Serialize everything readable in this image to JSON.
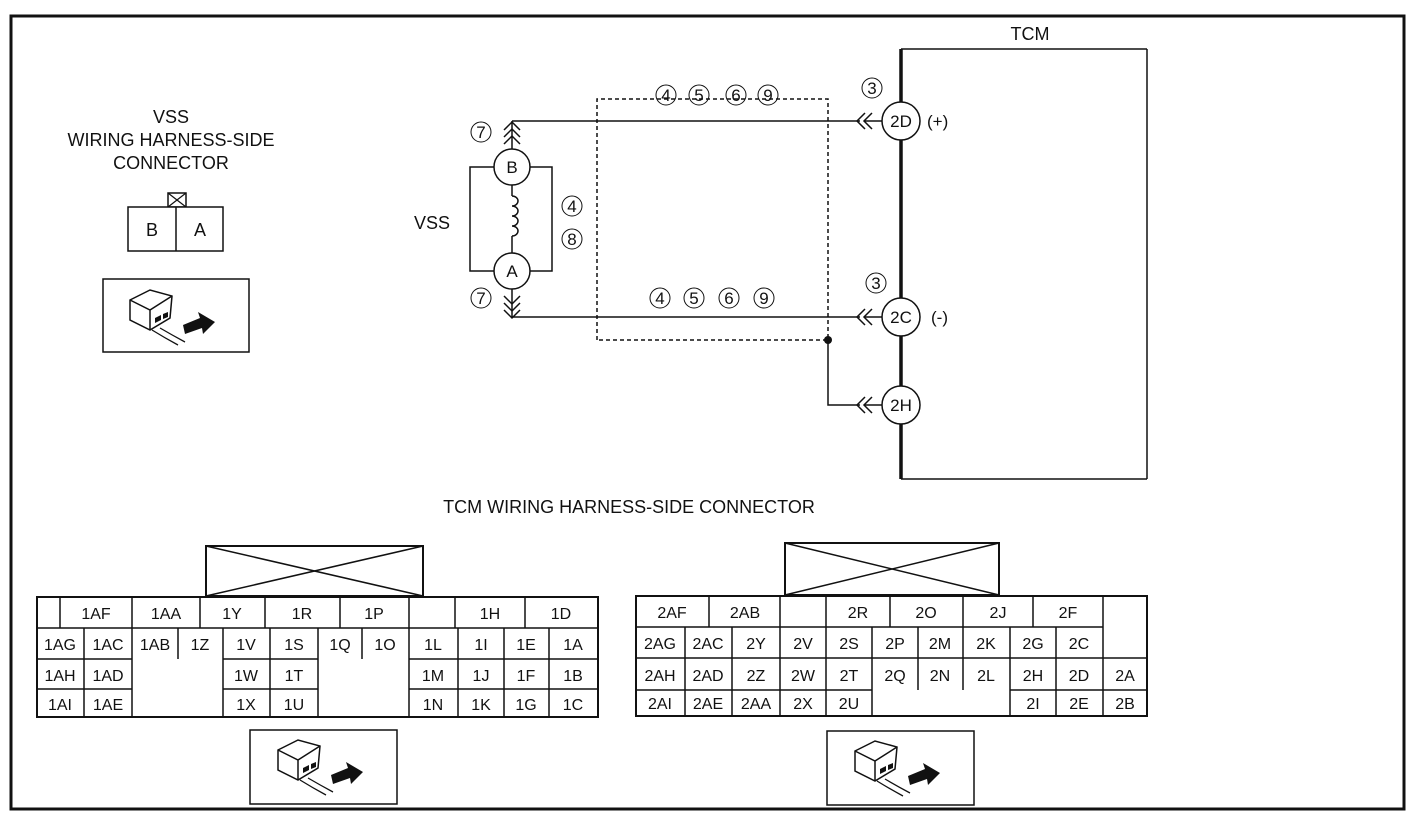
{
  "vss_connector": {
    "title_lines": [
      "VSS",
      "WIRING HARNESS-SIDE",
      "CONNECTOR"
    ],
    "pins": [
      "B",
      "A"
    ]
  },
  "tcm_box": {
    "label": "TCM"
  },
  "vss_component": {
    "label": "VSS",
    "pin_top": "B",
    "pin_bottom": "A",
    "notes_coil": [
      "4",
      "8"
    ],
    "notes_top": "7",
    "notes_bottom": "7"
  },
  "wires": {
    "top_notes": [
      "4",
      "5",
      "6",
      "9"
    ],
    "bottom_notes": [
      "4",
      "5",
      "6",
      "9"
    ]
  },
  "tcm_pins": [
    {
      "id": "2D",
      "polarity": "(+)",
      "note": "3"
    },
    {
      "id": "2C",
      "polarity": "(-)",
      "note": "3"
    },
    {
      "id": "2H",
      "polarity": "",
      "note": ""
    }
  ],
  "tcm_connector": {
    "title": "TCM WIRING HARNESS-SIDE CONNECTOR",
    "left_rows": [
      [
        "",
        "1AF",
        "1AA",
        "1Y",
        "1R",
        "1P",
        "",
        "1H",
        "1D"
      ],
      [
        "1AG",
        "1AC",
        "1AB",
        "1Z",
        "1V",
        "1S",
        "1Q",
        "1O",
        "1L",
        "1I",
        "1E",
        "1A"
      ],
      [
        "1AH",
        "1AD",
        "1W",
        "1T",
        "1M",
        "1J",
        "1F",
        "1B"
      ],
      [
        "1AI",
        "1AE",
        "1X",
        "1U",
        "1N",
        "1K",
        "1G",
        "1C"
      ]
    ],
    "right_rows": [
      [
        "2AF",
        "2AB",
        "",
        "2R",
        "2O",
        "2J",
        "2F"
      ],
      [
        "2AG",
        "2AC",
        "2Y",
        "2V",
        "2S",
        "2P",
        "2M",
        "2K",
        "2G",
        "2C"
      ],
      [
        "2AH",
        "2AD",
        "2Z",
        "2W",
        "2T",
        "2Q",
        "2N",
        "2L",
        "2H",
        "2D",
        "2A"
      ],
      [
        "2AI",
        "2AE",
        "2AA",
        "2X",
        "2U",
        "2I",
        "2E",
        "2B"
      ]
    ]
  }
}
